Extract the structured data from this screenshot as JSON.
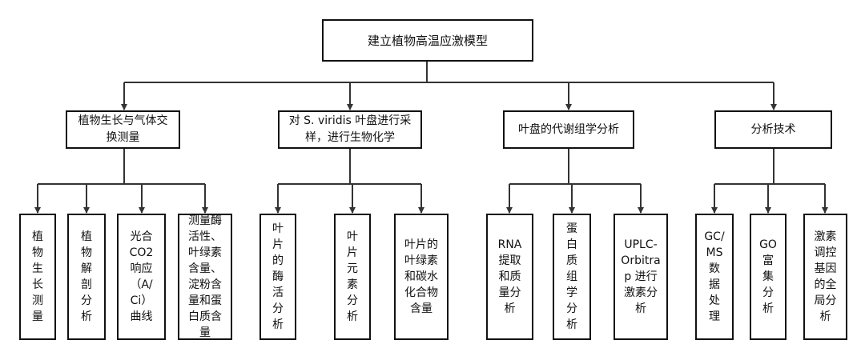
{
  "diagram": {
    "root": {
      "label": "建立植物高温应激模型"
    },
    "categories": [
      {
        "label": "植物生长与气体交\n换测量"
      },
      {
        "label": "对 S. viridis 叶盘进行采\n样，进行生物化学"
      },
      {
        "label": "叶盘的代谢组学分析"
      },
      {
        "label": "分析技术"
      }
    ],
    "leaves": [
      {
        "label": "植\n物\n生\n长\n测\n量"
      },
      {
        "label": "植\n物\n解\n剖\n分\n析"
      },
      {
        "label": "光合\nCO2\n响应\n（A/\nCi）\n曲线"
      },
      {
        "label": "测量酶\n活性、\n叶绿素\n含量、\n淀粉含\n量和蛋\n白质含\n量"
      },
      {
        "label": "叶\n片\n的\n酶\n活\n分\n析"
      },
      {
        "label": "叶\n片\n元\n素\n分\n析"
      },
      {
        "label": "叶片的\n叶绿素\n和碳水\n化合物\n含量"
      },
      {
        "label": "RNA\n提取\n和质\n量分\n析"
      },
      {
        "label": "蛋\n白\n质\n组\n学\n分\n析"
      },
      {
        "label": "UPLC-\nOrbitra\np 进行\n激素分\n析"
      },
      {
        "label": "GC/\nMS\n数\n据\n处\n理"
      },
      {
        "label": "GO\n富\n集\n分\n析"
      },
      {
        "label": "激素\n调控\n基因\n的全\n局分\n析"
      }
    ]
  }
}
